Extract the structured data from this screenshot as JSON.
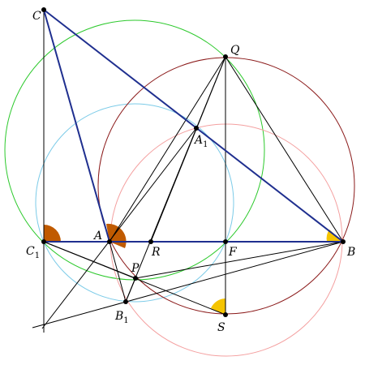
{
  "colors": {
    "background": "#ffffff",
    "line": "#000000",
    "triangle": "#1f2f8f",
    "circle_green": "#2cc92c",
    "circle_blue": "#7ccbe8",
    "circle_maroon": "#8b1a1a",
    "circle_pink": "#f4a0a0",
    "angle_brown": "#c05a00",
    "angle_gold": "#f5c400",
    "point": "#000000"
  },
  "labels": {
    "C": {
      "main": "C",
      "sub": ""
    },
    "Q": {
      "main": "Q",
      "sub": ""
    },
    "A1": {
      "main": "A",
      "sub": "1"
    },
    "C1": {
      "main": "C",
      "sub": "1"
    },
    "A": {
      "main": "A",
      "sub": ""
    },
    "R": {
      "main": "R",
      "sub": ""
    },
    "F": {
      "main": "F",
      "sub": ""
    },
    "B": {
      "main": "B",
      "sub": ""
    },
    "P": {
      "main": "P",
      "sub": ""
    },
    "B1": {
      "main": "B",
      "sub": "1"
    },
    "S": {
      "main": "S",
      "sub": ""
    }
  }
}
